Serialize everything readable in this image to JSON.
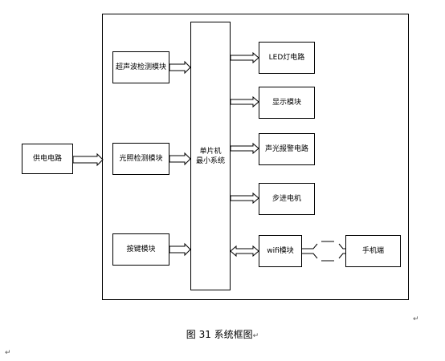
{
  "diagram": {
    "blocks": {
      "power": "供电电路",
      "ultrasonic": "超声波检测模块",
      "light": "光照检测模块",
      "keys": "按键模块",
      "mcu_line1": "单片机",
      "mcu_line2": "最小系统",
      "led": "LED灯电路",
      "display": "显示模块",
      "alarm": "声光报警电路",
      "stepper": "步进电机",
      "wifi": "wifi模块",
      "phone": "手机端"
    },
    "caption": "图 31 系统框图",
    "marks": {
      "return_symbol": "↵"
    }
  }
}
